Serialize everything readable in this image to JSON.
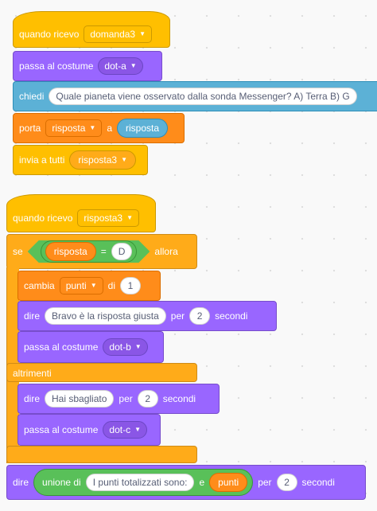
{
  "script1": {
    "when_receive": {
      "label": "quando ricevo",
      "message": "domanda3"
    },
    "switch_costume": {
      "label": "passa al costume",
      "costume": "dot-a"
    },
    "ask": {
      "label": "chiedi",
      "question": "Quale pianeta viene osservato dalla sonda Messenger? A) Terra B) G"
    },
    "set_var": {
      "label": "porta",
      "variable": "risposta",
      "to": "a",
      "value": "risposta"
    },
    "broadcast": {
      "label": "invia a tutti",
      "message": "risposta3"
    }
  },
  "script2": {
    "when_receive": {
      "label": "quando ricevo",
      "message": "risposta3"
    },
    "if": {
      "label_if": "se",
      "left": "risposta",
      "op": "=",
      "right": "D",
      "label_then": "allora"
    },
    "change_var": {
      "label": "cambia",
      "variable": "punti",
      "by": "di",
      "value": "1"
    },
    "say1": {
      "label": "dire",
      "text": "Bravo è la risposta giusta",
      "for": "per",
      "secs": "2",
      "unit": "secondi"
    },
    "switch_costume1": {
      "label": "passa al costume",
      "costume": "dot-b"
    },
    "else_label": "altrimenti",
    "say2": {
      "label": "dire",
      "text": "Hai sbagliato",
      "for": "per",
      "secs": "2",
      "unit": "secondi"
    },
    "switch_costume2": {
      "label": "passa al costume",
      "costume": "dot-c"
    },
    "say3": {
      "label": "dire",
      "join_label": "unione di",
      "join_text": "I punti totalizzati sono:",
      "join_and": "e",
      "join_var": "punti",
      "for": "per",
      "secs": "2",
      "unit": "secondi"
    }
  },
  "colors": {
    "events": "#ffbf00",
    "looks": "#9966ff",
    "sensing": "#5cb1d6",
    "variables": "#ff8c1a",
    "control": "#ffab19",
    "operators": "#59c059"
  }
}
